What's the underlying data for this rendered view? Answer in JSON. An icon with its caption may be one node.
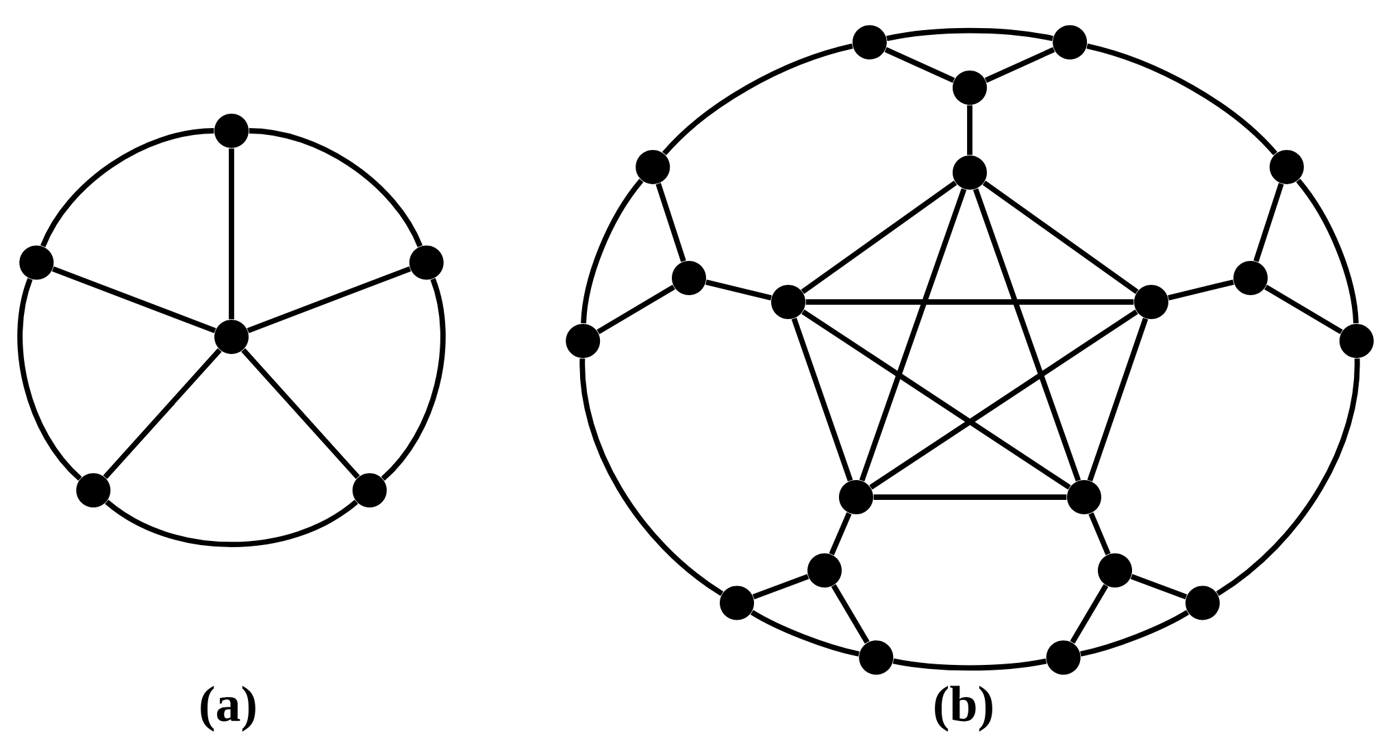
{
  "diagram": {
    "nodes": [
      {
        "text": [],
        "shape": "circle"
      },
      {
        "text": [],
        "shape": "circle"
      },
      {
        "text": [],
        "shape": "circle"
      },
      {
        "text": [],
        "shape": "circle"
      },
      {
        "text": [],
        "shape": "circle"
      },
      {
        "text": [],
        "shape": "circle"
      },
      {
        "text": [],
        "shape": "circle"
      },
      {
        "text": [],
        "shape": "circle"
      },
      {
        "text": [],
        "shape": "circle"
      },
      {
        "text": [],
        "shape": "circle"
      },
      {
        "text": [],
        "shape": "circle"
      },
      {
        "text": [],
        "shape": "circle"
      },
      {
        "text": [],
        "shape": "circle"
      },
      {
        "text": [],
        "shape": "circle"
      },
      {
        "text": [],
        "shape": "circle"
      },
      {
        "text": [],
        "shape": "circle"
      },
      {
        "text": [],
        "shape": "circle"
      },
      {
        "text": [],
        "shape": "circle"
      },
      {
        "text": [],
        "shape": "circle"
      },
      {
        "text": [],
        "shape": "circle"
      },
      {
        "text": [],
        "shape": "circle"
      },
      {
        "text": [],
        "shape": "circle"
      },
      {
        "text": [],
        "shape": "circle"
      },
      {
        "text": [],
        "shape": "circle"
      },
      {
        "text": [],
        "shape": "circle"
      },
      {
        "text": [],
        "shape": "circle"
      }
    ],
    "edges": [
      {
        "from": 0,
        "to": 1,
        "arrow": "none"
      },
      {
        "from": 0,
        "to": 2,
        "arrow": "none"
      },
      {
        "from": 0,
        "to": 3,
        "arrow": "none"
      },
      {
        "from": 1,
        "to": 3,
        "arrow": "none"
      },
      {
        "from": 2,
        "to": 3,
        "arrow": "none"
      },
      {
        "from": 1,
        "to": 4,
        "arrow": "none"
      },
      {
        "from": 2,
        "to": 5,
        "arrow": "none"
      },
      {
        "from": 3,
        "to": 4,
        "arrow": "none"
      },
      {
        "from": 3,
        "to": 5,
        "arrow": "none"
      },
      {
        "from": 4,
        "to": 5,
        "arrow": "none"
      },
      {
        "from": 6,
        "to": 7,
        "arrow": "none"
      },
      {
        "from": 7,
        "to": 11,
        "arrow": "none"
      },
      {
        "from": 11,
        "to": 17,
        "arrow": "none"
      },
      {
        "from": 17,
        "to": 23,
        "arrow": "none"
      },
      {
        "from": 23,
        "to": 25,
        "arrow": "none"
      },
      {
        "from": 25,
        "to": 24,
        "arrow": "none"
      },
      {
        "from": 24,
        "to": 22,
        "arrow": "none"
      },
      {
        "from": 22,
        "to": 16,
        "arrow": "none"
      },
      {
        "from": 16,
        "to": 9,
        "arrow": "none"
      },
      {
        "from": 9,
        "to": 6,
        "arrow": "none"
      },
      {
        "from": 8,
        "to": 6,
        "arrow": "none"
      },
      {
        "from": 8,
        "to": 7,
        "arrow": "none"
      },
      {
        "from": 8,
        "to": 10,
        "arrow": "none"
      },
      {
        "from": 12,
        "to": 9,
        "arrow": "none"
      },
      {
        "from": 12,
        "to": 16,
        "arrow": "none"
      },
      {
        "from": 12,
        "to": 14,
        "arrow": "none"
      },
      {
        "from": 13,
        "to": 11,
        "arrow": "none"
      },
      {
        "from": 13,
        "to": 17,
        "arrow": "none"
      },
      {
        "from": 13,
        "to": 15,
        "arrow": "none"
      },
      {
        "from": 20,
        "to": 22,
        "arrow": "none"
      },
      {
        "from": 20,
        "to": 24,
        "arrow": "none"
      },
      {
        "from": 20,
        "to": 18,
        "arrow": "none"
      },
      {
        "from": 21,
        "to": 23,
        "arrow": "none"
      },
      {
        "from": 21,
        "to": 25,
        "arrow": "none"
      },
      {
        "from": 21,
        "to": 19,
        "arrow": "none"
      },
      {
        "from": 10,
        "to": 14,
        "arrow": "none"
      },
      {
        "from": 10,
        "to": 15,
        "arrow": "none"
      },
      {
        "from": 10,
        "to": 18,
        "arrow": "none"
      },
      {
        "from": 10,
        "to": 19,
        "arrow": "none"
      },
      {
        "from": 14,
        "to": 15,
        "arrow": "none"
      },
      {
        "from": 14,
        "to": 18,
        "arrow": "none"
      },
      {
        "from": 14,
        "to": 19,
        "arrow": "none"
      },
      {
        "from": 15,
        "to": 18,
        "arrow": "none"
      },
      {
        "from": 15,
        "to": 19,
        "arrow": "none"
      },
      {
        "from": 18,
        "to": 19,
        "arrow": "none"
      }
    ],
    "labels": [
      "(a)",
      "(b)"
    ]
  }
}
